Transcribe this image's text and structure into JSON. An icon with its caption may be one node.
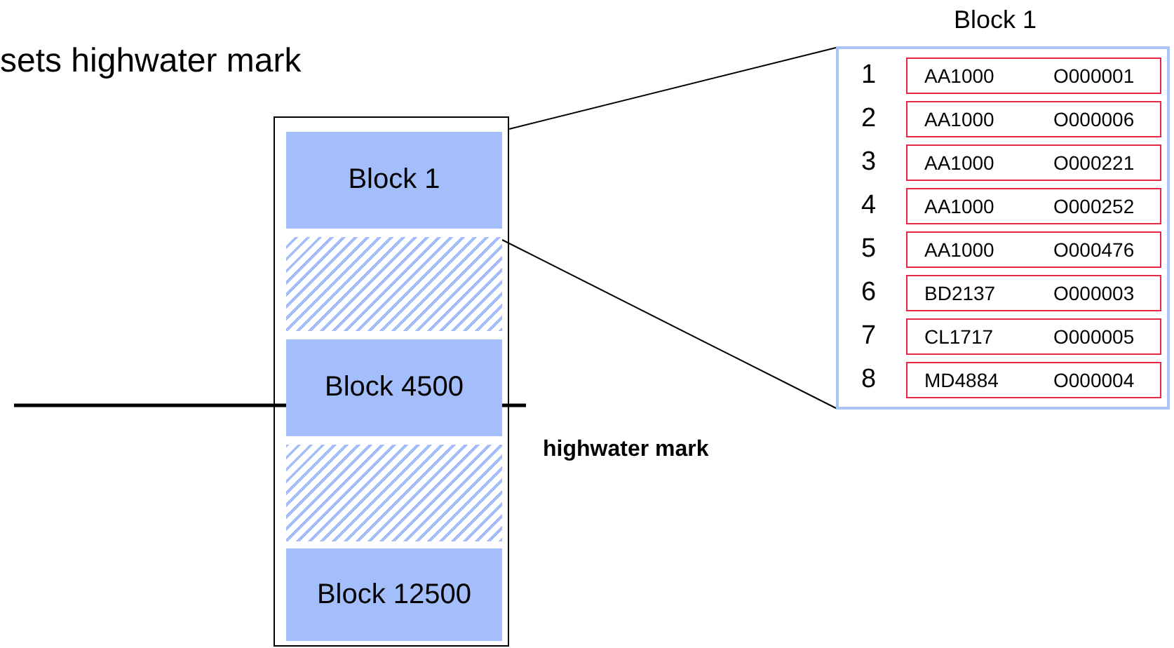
{
  "diagram": {
    "nodes": [
      {
        "text": [],
        "shape": "box"
      },
      {
        "text": [
          "Block 1"
        ],
        "in": 0
      },
      {
        "text": [],
        "shape": "box",
        "in": 0
      },
      {
        "text": [
          "Block 4500"
        ],
        "in": 0
      },
      {
        "text": [],
        "shape": "box",
        "in": 0
      },
      {
        "text": [
          "Block 12500"
        ],
        "in": 0
      },
      {
        "text": [
          "Block 1"
        ]
      },
      {
        "text": [
          "AA1000",
          "O000001"
        ],
        "beside": [
          "1"
        ],
        "in": 6
      },
      {
        "text": [
          "AA1000",
          "O000006"
        ],
        "beside": [
          "2"
        ],
        "in": 6
      },
      {
        "text": [
          "AA1000",
          "O000221"
        ],
        "beside": [
          "3"
        ],
        "in": 6
      },
      {
        "text": [
          "AA1000",
          "O000252"
        ],
        "beside": [
          "4"
        ],
        "in": 6
      },
      {
        "text": [
          "AA1000",
          "O000476"
        ],
        "beside": [
          "5"
        ],
        "in": 6
      },
      {
        "text": [
          "BD2137",
          "O000003"
        ],
        "beside": [
          "6"
        ],
        "in": 6
      },
      {
        "text": [
          "CL1717",
          "O000005"
        ],
        "beside": [
          "7"
        ],
        "in": 6
      },
      {
        "text": [
          "MD4884",
          "O000004"
        ],
        "beside": [
          "8"
        ],
        "in": 6
      }
    ],
    "edges": [
      {
        "from": 0,
        "to": 6,
        "arrow": "none"
      },
      {
        "from": 2,
        "to": 6,
        "arrow": "none"
      }
    ],
    "labels": [
      "sets highwater mark",
      "highwater mark"
    ]
  }
}
